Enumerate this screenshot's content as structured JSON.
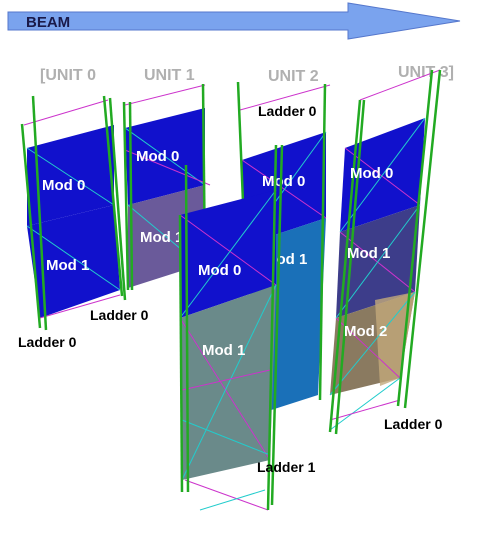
{
  "beam": {
    "label": "BEAM",
    "color": "#7aa3ee"
  },
  "units": [
    {
      "label": "[UNIT 0"
    },
    {
      "label": "UNIT 1"
    },
    {
      "label": "UNIT 2"
    },
    {
      "label": "UNIT 3]"
    }
  ],
  "modules": {
    "u0_mod0": "Mod 0",
    "u0_mod1": "Mod 1",
    "u1_mod0": "Mod 0",
    "u1_mod1": "Mod 1",
    "u2_back_mod0": "Mod 0",
    "u2_front_mod0": "Mod 0",
    "u2_back_mod1": "Mod 1",
    "u2_front_mod1": "Mod 1",
    "u3_mod0": "Mod 0",
    "u3_mod1": "Mod 1",
    "u3_mod2": "Mod 2"
  },
  "ladders": {
    "u0": "Ladder 0",
    "u1": "Ladder 0",
    "u2_top": "Ladder 0",
    "u2_bottom": "Ladder 1",
    "u3": "Ladder 0"
  },
  "colors": {
    "module_blue": "#1111cc",
    "module_steel": "#1a70b8",
    "module_tan": "#8a7a60",
    "frame_green": "#22aa22",
    "frame_magenta": "#cc33cc",
    "frame_cyan": "#22cccc"
  }
}
